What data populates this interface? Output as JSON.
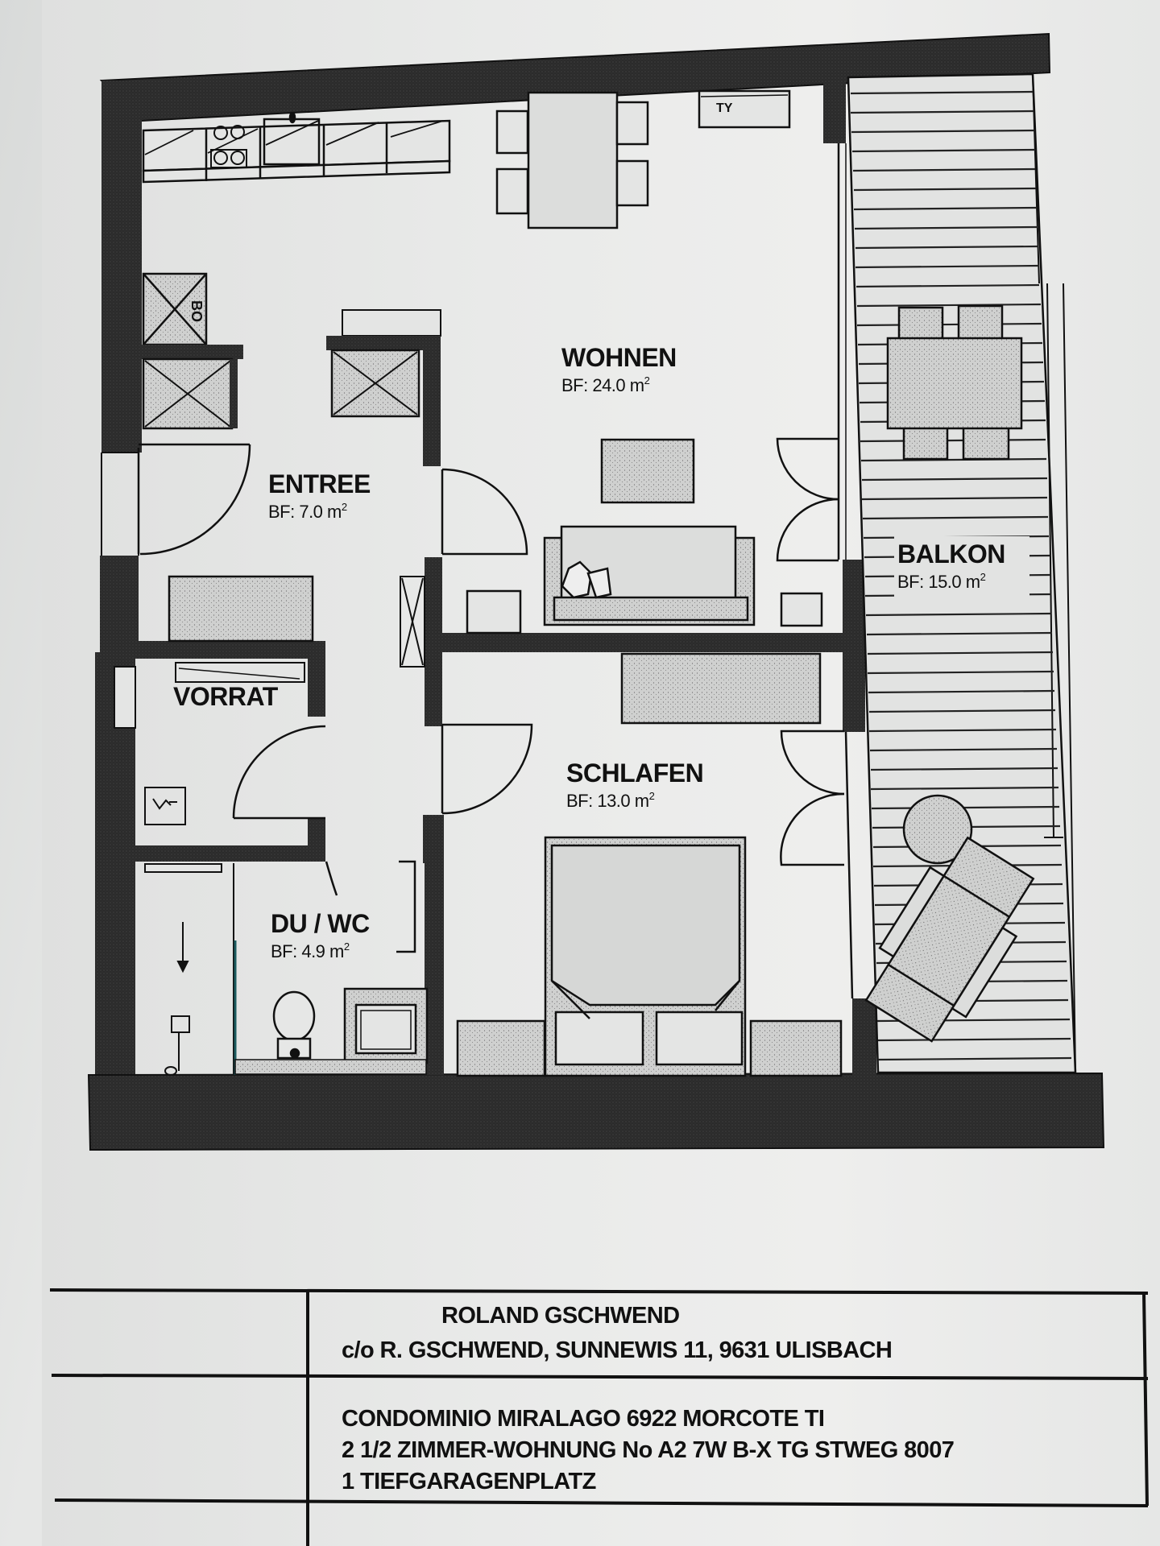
{
  "floor_plan": {
    "rooms": [
      {
        "id": "wohnen",
        "name": "WOHNEN",
        "area_label": "BF: 24.0 m",
        "area_value": 24.0,
        "unit_sup": "2"
      },
      {
        "id": "entree",
        "name": "ENTREE",
        "area_label": "BF: 7.0 m",
        "area_value": 7.0,
        "unit_sup": "2"
      },
      {
        "id": "balkon",
        "name": "BALKON",
        "area_label": "BF: 15.0 m",
        "area_value": 15.0,
        "unit_sup": "2"
      },
      {
        "id": "vorrat",
        "name": "VORRAT"
      },
      {
        "id": "schlafen",
        "name": "SCHLAFEN",
        "area_label": "BF: 13.0 m",
        "area_value": 13.0,
        "unit_sup": "2"
      },
      {
        "id": "du_wc",
        "name": "DU / WC",
        "area_label": "BF: 4.9 m",
        "area_value": 4.9,
        "unit_sup": "2"
      }
    ],
    "fixtures": {
      "tv_label": "TY",
      "shaft_label": "BO"
    },
    "colors": {
      "wall": "#2a2a2a",
      "line": "#151515",
      "furniture_fill": "#cfd0cf",
      "paper": "#ebebea"
    }
  },
  "title_block": {
    "owner_name": "ROLAND GSCHWEND",
    "owner_address": "c/o R. GSCHWEND, SUNNEWIS 11, 9631 ULISBACH",
    "project_line1": "CONDOMINIO MIRALAGO 6922 MORCOTE    TI",
    "project_line2": "2 1/2 ZIMMER-WOHNUNG No A2 7W B-X TG STWEG 8007",
    "project_line3": "1 TIEFGARAGENPLATZ"
  }
}
